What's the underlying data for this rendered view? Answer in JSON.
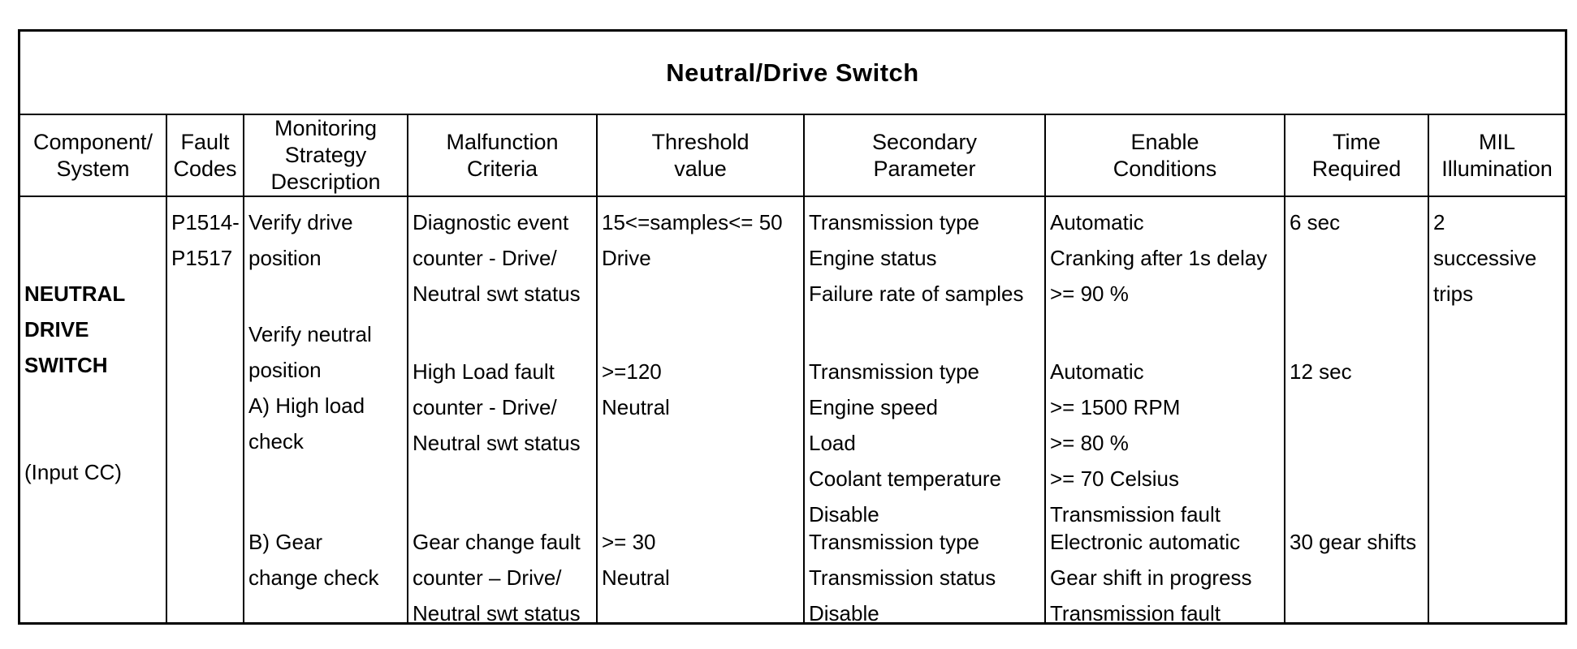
{
  "table": {
    "title": "Neutral/Drive Switch",
    "headers": [
      {
        "id": "component-system",
        "lines": [
          "Component/",
          "System"
        ]
      },
      {
        "id": "fault-codes",
        "lines": [
          "Fault",
          "Codes"
        ]
      },
      {
        "id": "monitoring-strategy",
        "lines": [
          "Monitoring",
          "Strategy",
          "Description"
        ]
      },
      {
        "id": "malfunction-criteria",
        "lines": [
          "Malfunction",
          "Criteria"
        ]
      },
      {
        "id": "threshold-value",
        "lines": [
          "Threshold",
          "value"
        ]
      },
      {
        "id": "secondary-parameter",
        "lines": [
          "Secondary",
          "Parameter"
        ]
      },
      {
        "id": "enable-conditions",
        "lines": [
          "Enable",
          "Conditions"
        ]
      },
      {
        "id": "time-required",
        "lines": [
          "Time",
          "Required"
        ]
      },
      {
        "id": "mil-illumination",
        "lines": [
          "MIL",
          "Illumination"
        ]
      }
    ],
    "row": {
      "component": {
        "name_lines": [
          "NEUTRAL",
          "DRIVE",
          "SWITCH"
        ],
        "sub": "(Input CC)"
      },
      "fault_codes": [
        "P1514-",
        "P1517"
      ],
      "checks": [
        {
          "monitoring": [
            "Verify drive",
            "position"
          ],
          "malfunction": [
            "Diagnostic event",
            "counter - Drive/",
            "Neutral swt status"
          ],
          "threshold": [
            "15<=samples<= 50",
            "Drive"
          ],
          "secondary": [
            "Transmission type",
            "Engine status",
            "Failure rate of samples"
          ],
          "enable": [
            "Automatic",
            "Cranking after 1s delay",
            ">= 90 %"
          ],
          "time": "6 sec",
          "mil": [
            "2",
            "successive",
            "trips"
          ]
        },
        {
          "monitoring": [
            "Verify neutral",
            "position",
            "A) High load",
            "check"
          ],
          "malfunction": [
            "High Load fault",
            "counter - Drive/",
            "Neutral swt status"
          ],
          "threshold": [
            ">=120",
            "Neutral"
          ],
          "secondary": [
            "Transmission type",
            "Engine speed",
            "Load",
            "Coolant temperature",
            "Disable"
          ],
          "enable": [
            "Automatic",
            ">= 1500 RPM",
            ">= 80 %",
            ">= 70 Celsius",
            "Transmission fault"
          ],
          "time": "12 sec",
          "mil": []
        },
        {
          "monitoring": [
            "B) Gear",
            "change check"
          ],
          "malfunction": [
            "Gear change fault",
            "counter – Drive/",
            "Neutral swt status"
          ],
          "threshold": [
            ">= 30",
            "Neutral"
          ],
          "secondary": [
            "Transmission type",
            "Transmission status",
            "Disable"
          ],
          "enable": [
            "Electronic automatic",
            "Gear shift in progress",
            "Transmission fault"
          ],
          "time": "30 gear shifts",
          "mil": []
        }
      ]
    }
  }
}
